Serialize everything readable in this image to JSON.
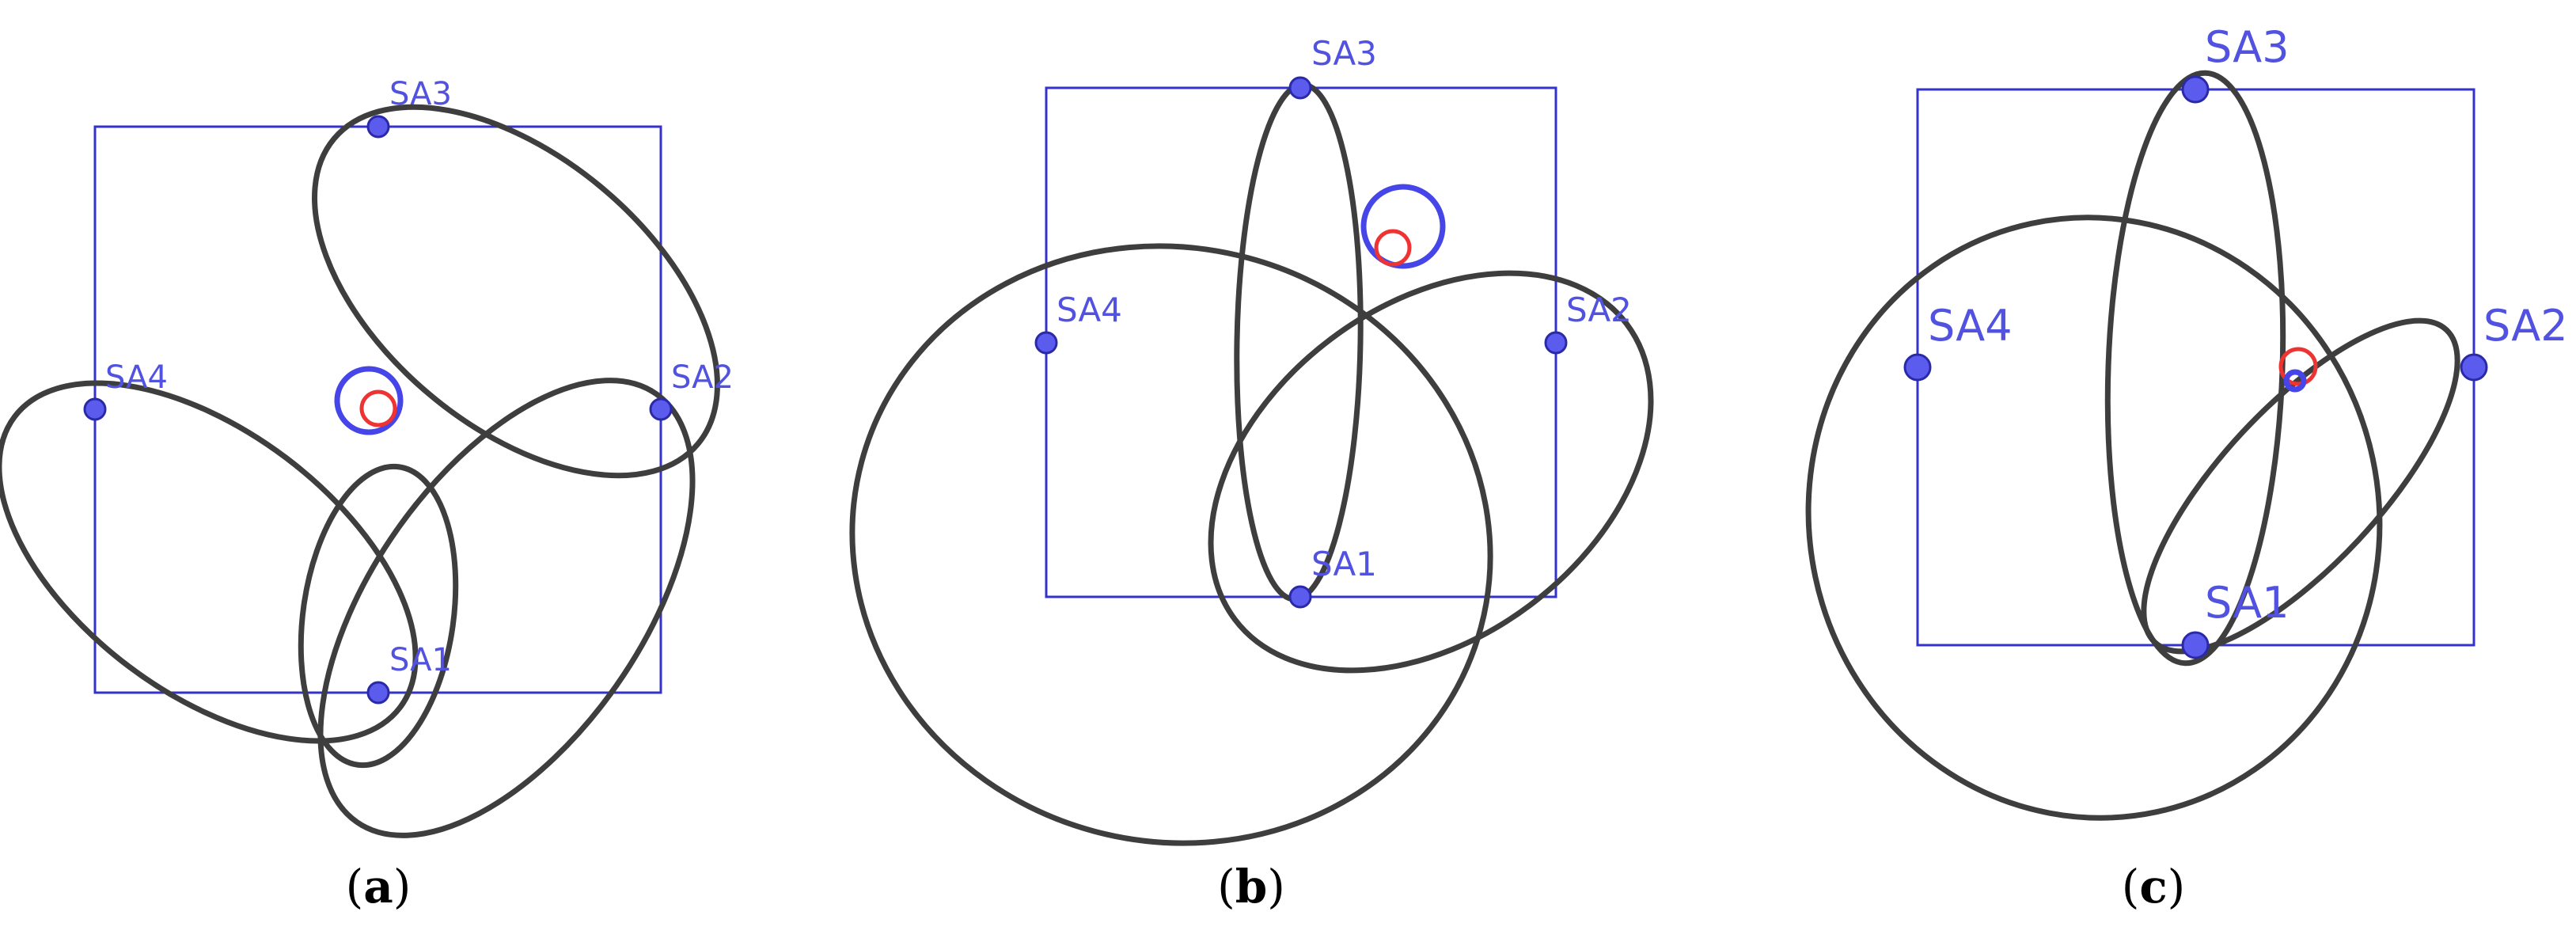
{
  "colors": {
    "ellipse": "#3e3e3e",
    "square": "#3333cc",
    "anchor": "#5b5bee",
    "anchor_label": "#5252e0",
    "estimate_blue": "#4545e8",
    "estimate_red": "#ee3333"
  },
  "panels": [
    {
      "caption": {
        "open": "(",
        "letter": "a",
        "close": ")"
      },
      "anchors": [
        {
          "label": "SA1"
        },
        {
          "label": "SA2"
        },
        {
          "label": "SA3"
        },
        {
          "label": "SA4"
        }
      ]
    },
    {
      "caption": {
        "open": "(",
        "letter": "b",
        "close": ")"
      },
      "anchors": [
        {
          "label": "SA1"
        },
        {
          "label": "SA2"
        },
        {
          "label": "SA3"
        },
        {
          "label": "SA4"
        }
      ]
    },
    {
      "caption": {
        "open": "(",
        "letter": "c",
        "close": ")"
      },
      "anchors": [
        {
          "label": "SA1"
        },
        {
          "label": "SA2"
        },
        {
          "label": "SA3"
        },
        {
          "label": "SA4"
        }
      ]
    }
  ]
}
